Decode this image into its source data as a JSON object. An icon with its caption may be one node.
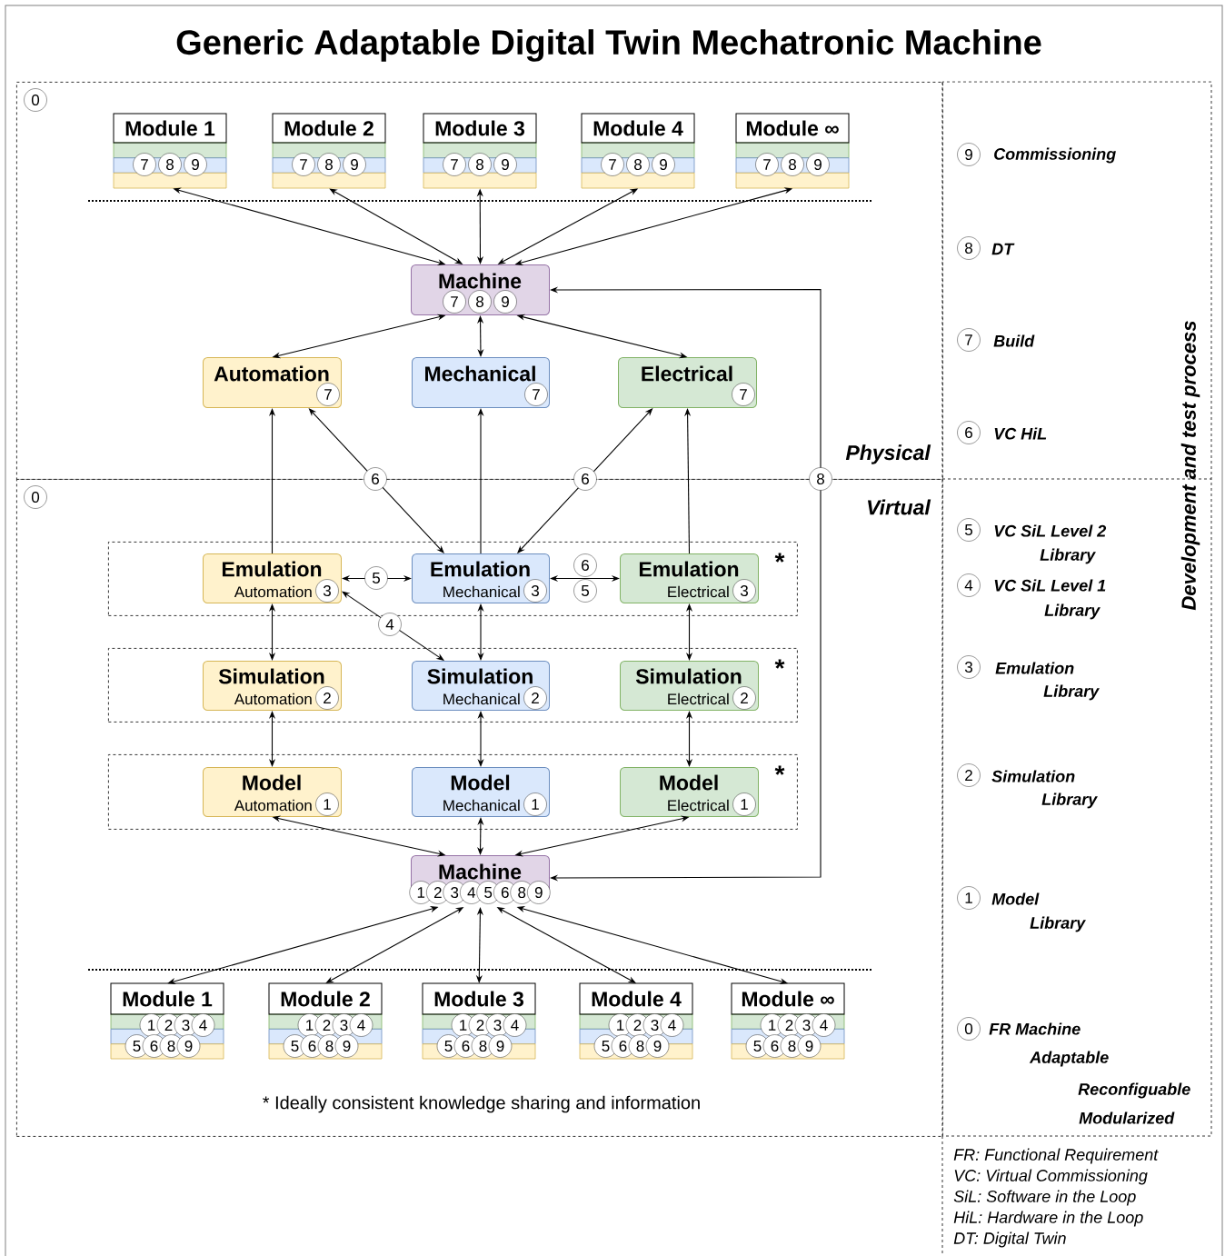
{
  "diagram": {
    "title": "Generic Adaptable Digital Twin Mechatronic Machine",
    "nodes": [
      {
        "text": [
          "0",
          "Physical"
        ]
      },
      {
        "text": [
          "Module 1",
          "7",
          "8",
          "9"
        ],
        "in": 0
      },
      {
        "text": [
          "Module 2",
          "7",
          "8",
          "9"
        ],
        "in": 0
      },
      {
        "text": [
          "Module 3",
          "7",
          "8",
          "9"
        ],
        "in": 0
      },
      {
        "text": [
          "Module 4",
          "7",
          "8",
          "9"
        ],
        "in": 0
      },
      {
        "text": [
          "Module ∞",
          "7",
          "8",
          "9"
        ],
        "in": 0
      },
      {
        "text": [
          "Machine",
          "7",
          "8",
          "9"
        ],
        "in": 0
      },
      {
        "text": [
          "Automation",
          "7"
        ],
        "in": 0
      },
      {
        "text": [
          "Mechanical",
          "7"
        ],
        "in": 0
      },
      {
        "text": [
          "Electrical",
          "7"
        ],
        "in": 0
      },
      {
        "text": [
          "0",
          "Virtual"
        ]
      },
      {
        "text": [
          "*"
        ],
        "in": 10
      },
      {
        "text": [
          "Emulation",
          "Automation",
          "3"
        ],
        "in": 11
      },
      {
        "text": [
          "Emulation",
          "Mechanical",
          "3"
        ],
        "in": 11
      },
      {
        "text": [
          "Emulation",
          "Electrical",
          "3"
        ],
        "in": 11
      },
      {
        "text": [
          "*"
        ],
        "in": 10
      },
      {
        "text": [
          "Simulation",
          "Automation",
          "2"
        ],
        "in": 15
      },
      {
        "text": [
          "Simulation",
          "Mechanical",
          "2"
        ],
        "in": 15
      },
      {
        "text": [
          "Simulation",
          "Electrical",
          "2"
        ],
        "in": 15
      },
      {
        "text": [
          "*"
        ],
        "in": 10
      },
      {
        "text": [
          "Model",
          "Automation",
          "1"
        ],
        "in": 19
      },
      {
        "text": [
          "Model",
          "Mechanical",
          "1"
        ],
        "in": 19
      },
      {
        "text": [
          "Model",
          "Electrical",
          "1"
        ],
        "in": 19
      },
      {
        "text": [
          "Machine",
          "1",
          "2",
          "3",
          "4",
          "5",
          "6",
          "8",
          "9"
        ],
        "in": 10
      },
      {
        "text": [
          "Module 1",
          "1",
          "2",
          "3",
          "4",
          "5",
          "6",
          "8",
          "9"
        ],
        "in": 10
      },
      {
        "text": [
          "Module 2",
          "1",
          "2",
          "3",
          "4",
          "5",
          "6",
          "8",
          "9"
        ],
        "in": 10
      },
      {
        "text": [
          "Module 3",
          "1",
          "2",
          "3",
          "4",
          "5",
          "6",
          "8",
          "9"
        ],
        "in": 10
      },
      {
        "text": [
          "Module 4",
          "1",
          "2",
          "3",
          "4",
          "5",
          "6",
          "8",
          "9"
        ],
        "in": 10
      },
      {
        "text": [
          "Module ∞",
          "1",
          "2",
          "3",
          "4",
          "5",
          "6",
          "8",
          "9"
        ],
        "in": 10
      }
    ],
    "edges": [
      {
        "from": 6,
        "to": 1,
        "arrow": "both"
      },
      {
        "from": 6,
        "to": 2,
        "arrow": "both"
      },
      {
        "from": 6,
        "to": 3,
        "arrow": "both"
      },
      {
        "from": 6,
        "to": 4,
        "arrow": "both"
      },
      {
        "from": 6,
        "to": 5,
        "arrow": "both"
      },
      {
        "from": 6,
        "to": 7,
        "arrow": "both"
      },
      {
        "from": 6,
        "to": 8,
        "arrow": "both"
      },
      {
        "from": 6,
        "to": 9,
        "arrow": "both"
      },
      {
        "from": 12,
        "to": 7,
        "arrow": "to"
      },
      {
        "from": 13,
        "to": 7,
        "arrow": "both",
        "label": "6"
      },
      {
        "from": 13,
        "to": 8,
        "arrow": "to"
      },
      {
        "from": 13,
        "to": 9,
        "arrow": "both",
        "label": "6"
      },
      {
        "from": 14,
        "to": 9,
        "arrow": "to"
      },
      {
        "from": 12,
        "to": 13,
        "arrow": "both",
        "label": "5"
      },
      {
        "from": 13,
        "to": 14,
        "arrow": "both",
        "label": "6"
      },
      {
        "from": 12,
        "to": 16,
        "arrow": "both"
      },
      {
        "from": 12,
        "to": 17,
        "arrow": "both",
        "label": "4"
      },
      {
        "from": 13,
        "to": 17,
        "arrow": "both"
      },
      {
        "from": 14,
        "to": 18,
        "arrow": "both"
      },
      {
        "from": 16,
        "to": 20,
        "arrow": "both"
      },
      {
        "from": 17,
        "to": 21,
        "arrow": "both"
      },
      {
        "from": 18,
        "to": 22,
        "arrow": "both"
      },
      {
        "from": 23,
        "to": 20,
        "arrow": "both"
      },
      {
        "from": 23,
        "to": 21,
        "arrow": "both"
      },
      {
        "from": 23,
        "to": 22,
        "arrow": "both"
      },
      {
        "from": 23,
        "to": 24,
        "arrow": "both"
      },
      {
        "from": 23,
        "to": 25,
        "arrow": "both"
      },
      {
        "from": 23,
        "to": 26,
        "arrow": "both"
      },
      {
        "from": 23,
        "to": 27,
        "arrow": "both"
      },
      {
        "from": 23,
        "to": 28,
        "arrow": "both"
      },
      {
        "from": 23,
        "to": 6,
        "arrow": "both",
        "label": "8"
      }
    ],
    "labels": [
      "9",
      "Commissioning",
      "8",
      "DT",
      "7",
      "Build",
      "6",
      "VC HiL",
      "5",
      "VC SiL Level 2",
      "Library",
      "4",
      "VC SiL Level 1",
      "Library",
      "3",
      "Emulation",
      "Library",
      "2",
      "Simulation",
      "Library",
      "1",
      "Model",
      "Library",
      "0",
      "FR Machine",
      "Adaptable",
      "Reconfiguable",
      "Modularized",
      "Development and test process",
      "FR: Functional Requirement",
      "VC: Virtual Commissioning",
      "SiL: Software in the Loop",
      "HiL: Hardware in the Loop",
      "DT: Digital Twin",
      "* Ideally consistent knowledge sharing and information",
      "5"
    ]
  }
}
